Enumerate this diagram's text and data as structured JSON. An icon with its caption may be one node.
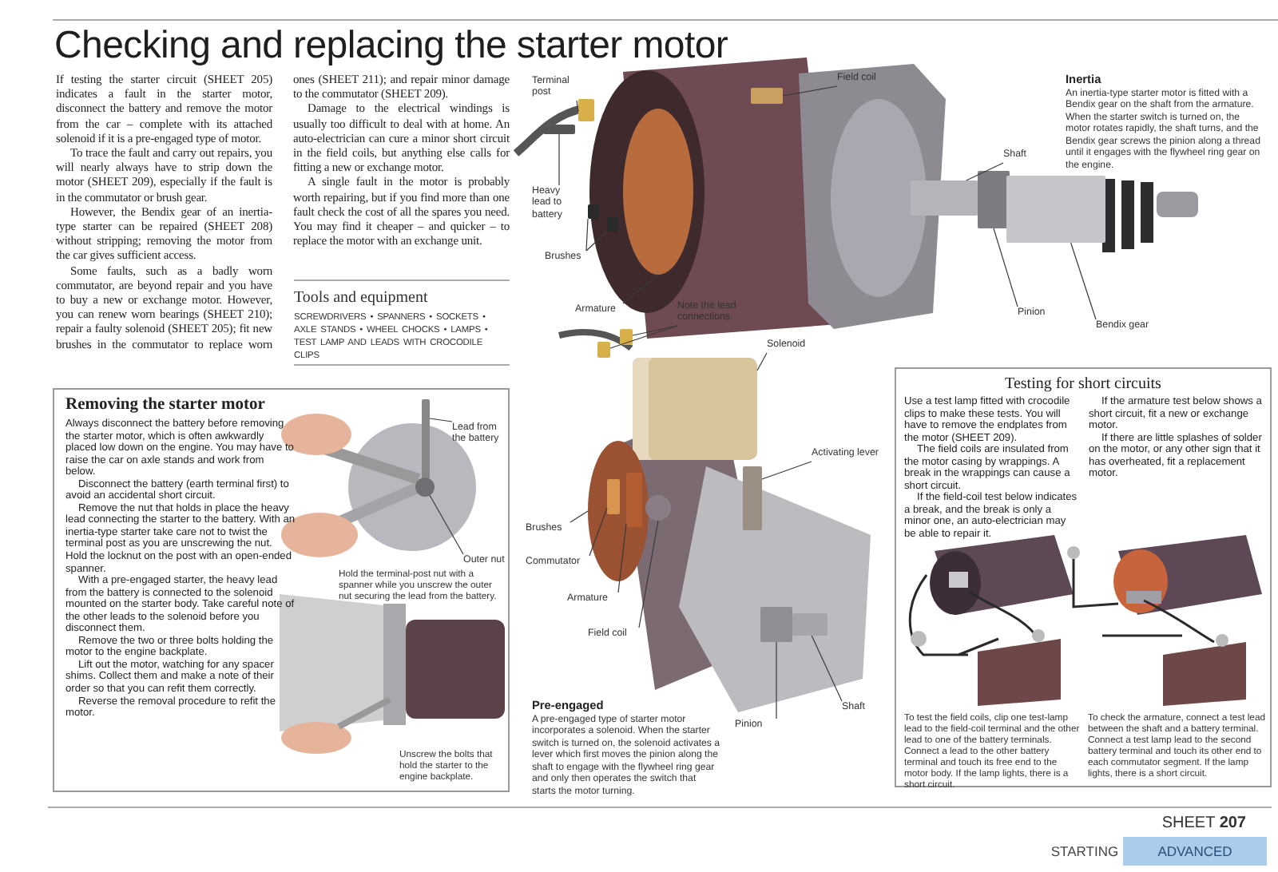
{
  "diagram": {
    "title": "Checking and replacing the starter motor",
    "nodes": [
      {
        "text": [
          "Removing the starter motor",
          "Always disconnect the battery before removing the starter motor, which is often awkwardly placed low down on the engine. You may have to raise the car on axle stands and work from below.",
          "Disconnect the battery (earth terminal first) to avoid an accidental short circuit.",
          "Remove the nut that holds in place the heavy lead connecting the starter to the battery. With an inertia-type starter take care not to twist the terminal post as you are unscrewing the nut. Hold the locknut on the post with an open-ended spanner.",
          "With a pre-engaged starter, the heavy lead from the battery is connected to the solenoid mounted on the starter body. Take careful note of the other leads to the solenoid before you disconnect them.",
          "Remove the two or three bolts holding the motor to the engine backplate.",
          "Lift out the motor, watching for any spacer shims. Collect them and make a note of their order so that you can refit them correctly.",
          "Reverse the removal procedure to refit the motor.",
          "Hold the terminal-post nut with a spanner while you unscrew the outer nut securing the lead from the battery.",
          "Unscrew the bolts that hold the starter to the engine backplate."
        ]
      },
      {
        "text": [
          "Lead from the battery"
        ],
        "in": 0
      },
      {
        "text": [
          "Outer nut"
        ],
        "in": 0
      },
      {
        "text": [
          "Testing for short circuits",
          "Use a test lamp fitted with crocodile clips to make these tests. You will have to remove the endplates from the motor (SHEET 209).",
          "The field coils are insulated from the motor casing by wrappings. A break in the wrappings can cause a short circuit.",
          "If the field-coil test below indicates a break, and the break is only a minor one, an auto-electrician may be able to repair it.",
          "If the armature test below shows a short circuit, fit a new or exchange motor.",
          "If there are little splashes of solder on the motor, or any other sign that it has overheated, fit a replacement motor.",
          "To test the field coils, clip one test-lamp lead to the field-coil terminal and the other lead to one of the battery terminals. Connect a lead to the other battery terminal and touch its free end to the motor body. If the lamp lights, there is a short circuit.",
          "To check the armature, connect a test lead between the shaft and a battery terminal. Connect a test lamp lead to the second battery terminal and touch its other end to each commutator segment. If the lamp lights, there is a short circuit."
        ]
      },
      {
        "text": [
          "Terminal post"
        ]
      },
      {
        "text": [
          "Heavy lead to battery"
        ]
      },
      {
        "text": [
          "Brushes"
        ]
      },
      {
        "text": [
          "Armature"
        ]
      },
      {
        "text": [
          "Field coil"
        ]
      },
      {
        "text": [
          "Shaft"
        ]
      },
      {
        "text": [
          "Pinion"
        ]
      },
      {
        "text": [
          "Bendix gear"
        ]
      },
      {
        "text": [
          "Note the lead connections."
        ]
      },
      {
        "text": [
          "Solenoid"
        ]
      },
      {
        "text": [
          "Activating lever"
        ]
      },
      {
        "text": [
          "Brushes"
        ]
      },
      {
        "text": [
          "Commutator"
        ]
      },
      {
        "text": [
          "Armature"
        ]
      },
      {
        "text": [
          "Field coil"
        ]
      },
      {
        "text": [
          "Pinion"
        ]
      },
      {
        "text": [
          "Shaft"
        ]
      },
      {
        "text": [],
        "shape": "box"
      },
      {
        "text": [],
        "shape": "box"
      },
      {
        "text": [],
        "shape": "box"
      },
      {
        "text": [],
        "shape": "box"
      },
      {
        "text": [],
        "shape": "circle"
      },
      {
        "text": [],
        "shape": "box"
      },
      {
        "text": [],
        "shape": "box"
      },
      {
        "text": [],
        "shape": "box"
      },
      {
        "text": [],
        "shape": "box"
      },
      {
        "text": [],
        "shape": "box"
      },
      {
        "text": [],
        "shape": "box"
      },
      {
        "text": [],
        "shape": "cylinder"
      },
      {
        "text": [],
        "shape": "box"
      },
      {
        "text": [],
        "shape": "circle"
      },
      {
        "text": [],
        "shape": "box",
        "in": 34
      },
      {
        "text": [],
        "shape": "box",
        "in": 34
      },
      {
        "text": [],
        "shape": "circle"
      },
      {
        "text": [],
        "shape": "box"
      },
      {
        "text": [],
        "shape": "box"
      },
      {
        "text": [],
        "shape": "box",
        "in": 0
      },
      {
        "text": [],
        "shape": "circle",
        "in": 0
      }
    ],
    "edges": [
      {
        "from": 1,
        "to": 40,
        "arrow": "none"
      },
      {
        "from": 2,
        "to": 41,
        "arrow": "none"
      },
      {
        "from": 4,
        "to": 21,
        "arrow": "none"
      },
      {
        "from": 5,
        "to": 22,
        "arrow": "none"
      },
      {
        "from": 6,
        "to": 23,
        "arrow": "none"
      },
      {
        "from": 6,
        "to": 24,
        "arrow": "none"
      },
      {
        "from": 7,
        "to": 25,
        "arrow": "none"
      },
      {
        "from": 8,
        "to": 26,
        "arrow": "none"
      },
      {
        "from": 9,
        "to": 27,
        "arrow": "none"
      },
      {
        "from": 10,
        "to": 28,
        "arrow": "none"
      },
      {
        "from": 11,
        "to": 29,
        "arrow": "none"
      },
      {
        "from": 12,
        "to": 30,
        "arrow": "none"
      },
      {
        "from": 12,
        "to": 31,
        "arrow": "none"
      },
      {
        "from": 13,
        "to": 32,
        "arrow": "none"
      },
      {
        "from": 14,
        "to": 33,
        "arrow": "none"
      },
      {
        "from": 15,
        "to": 34,
        "arrow": "none"
      },
      {
        "from": 16,
        "to": 35,
        "arrow": "none"
      },
      {
        "from": 17,
        "to": 36,
        "arrow": "none"
      },
      {
        "from": 18,
        "to": 37,
        "arrow": "none"
      },
      {
        "from": 19,
        "to": 38,
        "arrow": "none"
      },
      {
        "from": 20,
        "to": 39,
        "arrow": "none"
      }
    ],
    "labels": [
      "If testing the starter circuit (SHEET 205) indicates a fault in the starter motor, disconnect the battery and remove the motor from the car – complete with its attached solenoid if it is a pre-engaged type of motor.",
      "To trace the fault and carry out repairs, you will nearly always have to strip down the motor (SHEET 209), especially if the fault is in the commutator or brush gear.",
      "However, the Bendix gear of an inertia-type starter can be repaired (SHEET 208) without stripping; removing the motor from the car gives sufficient access.",
      "Some faults, such as a badly worn commutator, are beyond repair and you have to buy a new or exchange motor. However, you can renew worn bearings (SHEET 210); repair a faulty solenoid (SHEET 205); fit new brushes in the commutator to replace worn ones (SHEET 211); and repair minor damage to the commutator (SHEET 209).",
      "Damage to the electrical windings is usually too difficult to deal with at home. An auto-electrician can cure a minor short circuit in the field coils, but anything else calls for fitting a new or exchange motor.",
      "A single fault in the motor is probably worth repairing, but if you find more than one fault check the cost of all the spares you need. You may find it cheaper – and quicker – to replace the motor with an exchange unit.",
      "Tools and equipment",
      "SCREWDRIVERS • SPANNERS • SOCKETS • AXLE STANDS • WHEEL CHOCKS • LAMPS • TEST LAMP AND LEADS WITH CROCODILE CLIPS",
      "Inertia",
      "An inertia-type starter motor is fitted with a Bendix gear on the shaft from the armature. When the starter switch is turned on, the motor rotates rapidly, the shaft turns, and the Bendix gear screws the pinion along a thread until it engages with the flywheel ring gear on the engine.",
      "Pre-engaged",
      "A pre-engaged type of starter motor incorporates a solenoid. When the starter switch is turned on, the solenoid activates a lever which first moves the pinion along the shaft to engage with the flywheel ring gear and only then operates the switch that starts the motor turning.",
      "SHEET **207**",
      "STARTING",
      "ADVANCED"
    ]
  }
}
